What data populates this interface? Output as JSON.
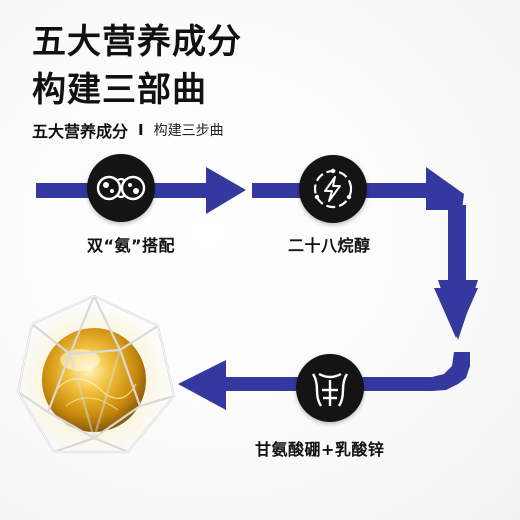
{
  "title": {
    "line1": "五大营养成分",
    "line2": "构建三部曲"
  },
  "subtitle": {
    "main": "五大营养成分",
    "separator": "I",
    "secondary": "构建三步曲"
  },
  "steps": [
    {
      "label": "双“氨”搭配",
      "icon": "molecule-pair-icon"
    },
    {
      "label": "二十八烷醇",
      "icon": "energy-bolt-icon"
    },
    {
      "label": "甘氨酸硼+乳酸锌",
      "icon": "muscle-torso-icon"
    }
  ],
  "colors": {
    "arrow": "#35389e",
    "icon_bg": "#141414",
    "text": "#111111",
    "orb_gold": "#e0a41a"
  }
}
